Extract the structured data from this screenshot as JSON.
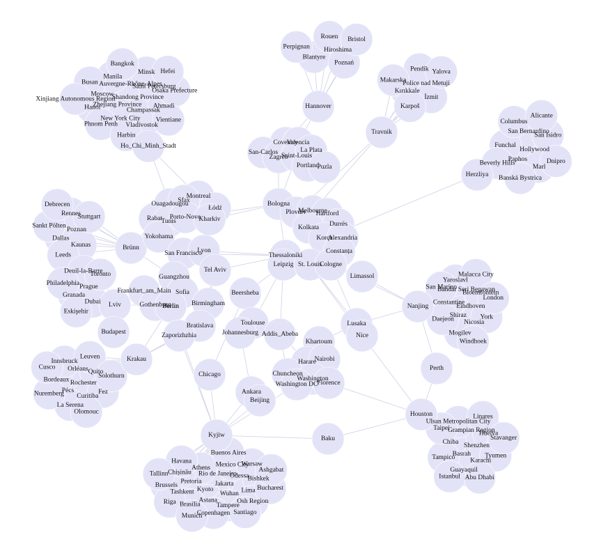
{
  "graph": {
    "node_color": "#e3e3f8",
    "edge_color": "#cfcfe6",
    "clusters": [
      {
        "hub": "Ho_Chi_Minh_Stadt",
        "members": [
          "Shandong Province",
          "Zhejiang Province",
          "Auvergne-Rhône-Alpes",
          "Champassak",
          "Moscow",
          "Saint Petersburg",
          "New York City",
          "Manila",
          "Ahmadi",
          "Hanoi",
          "Minsk",
          "Vladivostok",
          "Busan",
          "Osaka Prefecture",
          "Phnom Penh",
          "Bangkok",
          "Vientiane",
          "Xinjiang Autonomous Region",
          "Hefei",
          "Harbin"
        ]
      },
      {
        "hub": "Hannover",
        "members": [
          "Hiroshima",
          "Blantyre",
          "Rouen",
          "Poznań",
          "Perpignan",
          "Bristol"
        ]
      },
      {
        "hub": "Travnik",
        "members": [
          "Police nad Metují",
          "Kırıkkale",
          "Pendik",
          "İzmit",
          "Makarska",
          "Yalova",
          "Karpoš"
        ]
      },
      {
        "hub": "Herzliya",
        "members": [
          "Hollywood",
          "Paphos",
          "San Bernardino",
          "Marl",
          "Funchal",
          "San Isidro",
          "Banská Bystrica",
          "Columbus",
          "Dnipro",
          "Beverly Hills",
          "Alicante"
        ]
      },
      {
        "hub": "Brünn",
        "members": [
          "Poznan",
          "Dallas",
          "Rennes",
          "Kaunas",
          "Sankt Pölten",
          "Stuttgart",
          "Leeds",
          "Debrecen"
        ]
      },
      {
        "hub": "Lviv",
        "members": [
          "Prague",
          "Granada",
          "Deuil-la-Barre",
          "Dubai",
          "Philadelphia",
          "Toronto",
          "Eskişehir"
        ]
      },
      {
        "hub": "Krakau",
        "members": [
          "Rochester",
          "Pécs",
          "Orléans",
          "Curitiba",
          "Bordeaux",
          "Quito",
          "La Serena",
          "Innsbruck",
          "Fez",
          "Nuremberg",
          "Leuven",
          "Olomouc",
          "Cusco",
          "Solothurn"
        ]
      },
      {
        "hub": "Kyjiw",
        "members": [
          "Jakarta",
          "Kyoto",
          "Rio de Janeiro",
          "Wuhan",
          "Pretoria",
          "Odessa",
          "Astana",
          "Athens",
          "Lima",
          "Tashkent",
          "Mexico City",
          "Tampere",
          "Chișinău",
          "Bishkek",
          "Brasília",
          "Berlin",
          "Osh Region",
          "Brussels",
          "Warsaw",
          "Copenhagen",
          "Havana",
          "Bucharest",
          "Riga",
          "Buenos Aires",
          "Santiago",
          "Tallinn",
          "Ashgabat",
          "Munich"
        ]
      },
      {
        "hub": "Nanjing",
        "members": [
          "Eindhoven",
          "Shiraz",
          "Bandar Seri Begawan",
          "Nicosia",
          "Constantine",
          "Bloemfontein",
          "Mogilev",
          "Yaroslavl",
          "York",
          "Daejeon",
          "Malacca City",
          "Windhoek",
          "San Marino",
          "London"
        ]
      },
      {
        "hub": "Houston",
        "members": [
          "Shenzhen",
          "Basrah",
          "Grampian Region",
          "Karachi",
          "Chiba",
          "Huelva",
          "Guayaquil",
          "Ulsan Metropolitan City",
          "Tyumen",
          "Tampico",
          "Linares",
          "Abu Dhabi",
          "Taipei",
          "Stavanger",
          "Istanbul"
        ]
      }
    ],
    "core_nodes": [
      "Coventry",
      "Valencia",
      "San-Carlos",
      "Zagreb",
      "Saint-Louis",
      "La Plata",
      "Portland",
      "Puzla",
      "Bologna",
      "Plovdiv",
      "Melbourne",
      "Hartford",
      "Durrës",
      "Kolkata",
      "Korça",
      "Alexandria",
      "Constanța",
      "Thessaloniki",
      "Leipzig",
      "St. Louis",
      "Cologne",
      "Limassol",
      "Ouagadougou",
      "Montreal",
      "Sfax",
      "Łódź",
      "Rabat",
      "Tunis",
      "Porto-Novo",
      "Kharkiv",
      "Yokohama",
      "San Francisco",
      "Lyon",
      "Guangzhou",
      "Tel Aviv",
      "Frankfurt_am_Main",
      "Sofia",
      "Gothenburg",
      "Berlin",
      "Birmingham",
      "Beersheba",
      "Budapest",
      "Bratislava",
      "Zaporizhzhia",
      "Toulouse",
      "Johannesburg",
      "Addis_Abeba",
      "Khartoum",
      "Lusaka",
      "Nice",
      "Harare",
      "Nairobi",
      "Chuncheon",
      "Washington",
      "Washington DC",
      "Florence",
      "Chicago",
      "Ankara",
      "Beijing",
      "Perth",
      "Baku"
    ]
  }
}
